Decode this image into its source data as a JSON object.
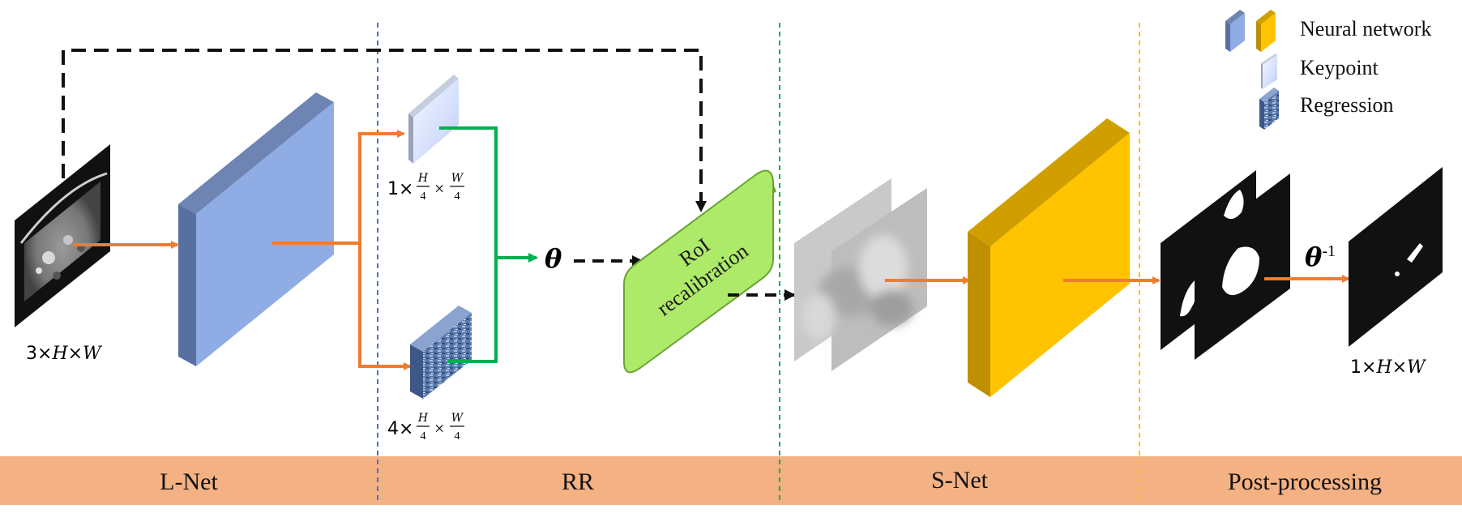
{
  "stages": [
    {
      "label": "L-Net"
    },
    {
      "label": "RR"
    },
    {
      "label": "S-Net"
    },
    {
      "label": "Post-processing"
    }
  ],
  "legend": {
    "network_label": "Neural network",
    "keypoint_label": "Keypoint",
    "regression_label": "Regression"
  },
  "dims": {
    "input_coef": "3×",
    "input_vars": "H×W",
    "keypoint_coef": "1×",
    "regression_coef": "4×",
    "frac_h": "H",
    "frac_w": "W",
    "frac_den": "4",
    "output_coef": "1×",
    "output_vars": "H×W"
  },
  "theta": "θ",
  "theta_inv_exp": "-1",
  "roi": {
    "line1": "RoI",
    "line2": "recalibration"
  },
  "colors": {
    "lnet_block": "#8FACE4",
    "snet_block": "#FFC300",
    "roi_box": "#AEEA6A",
    "arrow_orange": "#ED7D31",
    "arrow_green": "#00B050",
    "bottom_bar": "#F4B183",
    "divider_blue": "#4472C4",
    "divider_green": "#00B050",
    "divider_gold": "#FFC000"
  }
}
